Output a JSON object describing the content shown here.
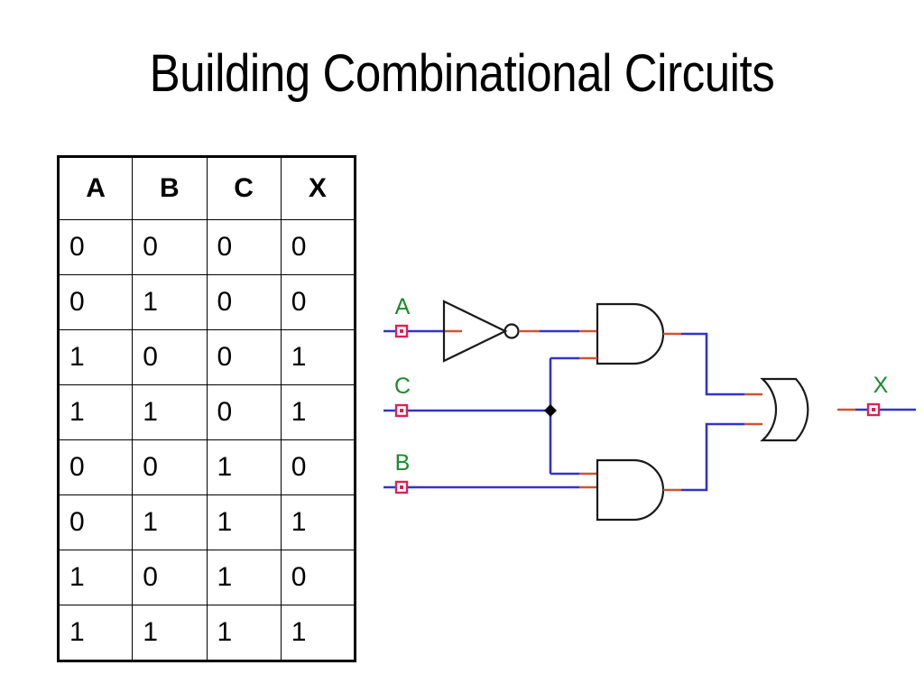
{
  "slide": {
    "title": "Building Combinational Circuits",
    "background_color": "#ffffff"
  },
  "truth_table": {
    "name": "truth-table",
    "columns": [
      "A",
      "B",
      "C",
      "X"
    ],
    "rows": [
      [
        "0",
        "0",
        "0",
        "0"
      ],
      [
        "0",
        "1",
        "0",
        "0"
      ],
      [
        "1",
        "0",
        "0",
        "1"
      ],
      [
        "1",
        "1",
        "0",
        "1"
      ],
      [
        "0",
        "0",
        "1",
        "0"
      ],
      [
        "0",
        "1",
        "1",
        "1"
      ],
      [
        "1",
        "0",
        "1",
        "0"
      ],
      [
        "1",
        "1",
        "1",
        "1"
      ]
    ],
    "border_color": "#000000"
  },
  "circuit": {
    "label_color": "#1a8a2a",
    "wire_color": "#3333cc",
    "pin_color": "#cc5533",
    "gate_outline_color": "#1a1a1a",
    "port_marker_color": "#dd2255",
    "junction_color": "#000000",
    "inputs": [
      {
        "label": "A",
        "name": "input-port-a"
      },
      {
        "label": "C",
        "name": "input-port-c"
      },
      {
        "label": "B",
        "name": "input-port-b"
      }
    ],
    "outputs": [
      {
        "label": "X",
        "name": "output-port-x"
      }
    ],
    "gates": [
      {
        "name": "not-gate-1",
        "type": "NOT"
      },
      {
        "name": "and-gate-1",
        "type": "AND"
      },
      {
        "name": "and-gate-2",
        "type": "AND"
      },
      {
        "name": "or-gate-1",
        "type": "OR"
      }
    ],
    "junctions": [
      {
        "name": "wire-junction-c"
      }
    ]
  }
}
